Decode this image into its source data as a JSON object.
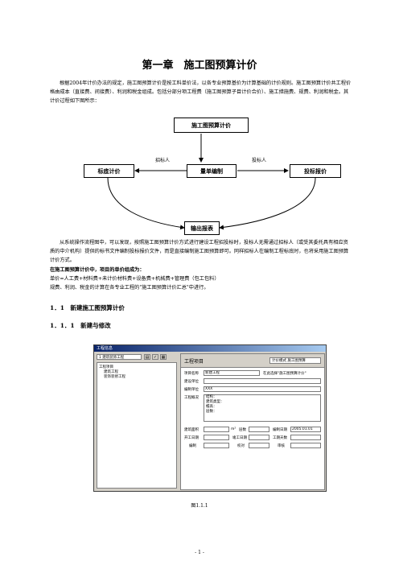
{
  "page_title": "第一章　施工图预算计价",
  "para1": "根据2004年计价办法的规定，施工图预算计价是按工料单价法，以各专业预算基价为计算基础的计价规则。施工图预算计价共工程价格由成本（直接费、间接费）、利润和税金组成。包括分部分项工程费（施工图预算子目计价合价）、施工措施费、规费、利润和税金。其计价过程如下图所示：",
  "flow": {
    "top": "施工图预算计价",
    "left": "标底计价",
    "center": "量单编制",
    "right": "投标报价",
    "bottom": "输出报表",
    "label_left": "招标人",
    "label_right": "投标人"
  },
  "para2": "从系统操作流程图中，可以发现，按照施工图预算计价方式进行建设工程招投标时，投标人无需通过招标人（或受其委托具有相应资质的中介机构）提供的标书文件编制投标报价文件，而是直接编制施工图预算即可。同样招标人在编制工程标底时，也将采用施工图预算计价方式。",
  "bold_line": "在施工图预算计价中，项目的单价组成为：",
  "para3": "单价=人工费+材料费+未计价材料费+设备费+机械费+管理费（包工包料）",
  "para4": "规费、利润、税金的计算在各专业工程的\"施工图预算计价汇总\"中进行。",
  "heading2": "1．1　新建施工图预算计价",
  "heading3": "1．1．1　新建与修改",
  "screenshot": {
    "window_title": "工程信息",
    "project_select": "1 建筑装饰工程",
    "tree_root": "工程项目",
    "tree_items": [
      "建筑工程",
      "装饰装修工程"
    ],
    "panel_title": "工程项目",
    "mode_select": "计价模式 施工图预算",
    "fields": {
      "project_name_label": "项目名称",
      "project_name_value": "新建工程",
      "project_name_hint": "在此选择\"施工图预算计价\"",
      "build_unit_label": "建设单位",
      "compile_unit_label": "编制单位",
      "compile_unit_value": "XXX",
      "overview_label": "工程概况",
      "overview_lines": [
        "结构：",
        "建筑类型：",
        "檐高：",
        "层数："
      ],
      "area_label": "建筑面积",
      "area_unit": "m²",
      "floors_label": "层数",
      "date_label": "编制日期",
      "date_value": "2005.01.01",
      "start_label": "开工日期",
      "end_label": "竣工日期",
      "duration_label": "工期天数",
      "compiler_label": "编制",
      "checker_label": "校对",
      "reviewer_label": "审核"
    }
  },
  "figure_caption": "图1.1.1",
  "page_number": "- 1 -"
}
